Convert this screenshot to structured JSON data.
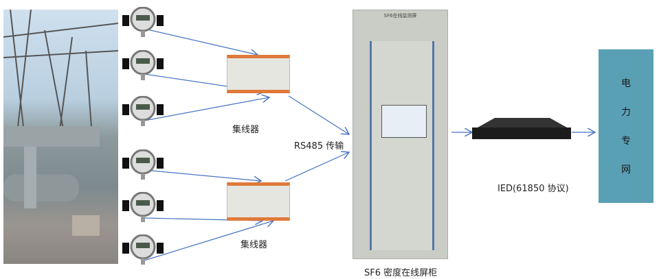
{
  "labels": {
    "hub_top": "集线器",
    "hub_bottom": "集线器",
    "rs485": "RS485 传输",
    "cabinet": "SF6 密度在线屏柜",
    "cabinet_header": "SF6在线监测屏",
    "ied": "IED(61850 协议)"
  },
  "grid_chars": [
    "电",
    "力",
    "专",
    "网"
  ],
  "colors": {
    "arrow": "#4472c4",
    "grid_box": "#5aa0b5"
  }
}
